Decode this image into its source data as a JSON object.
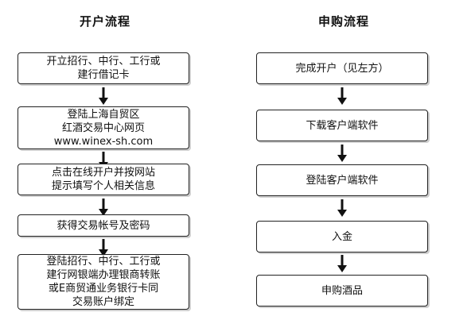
{
  "left_flow": {
    "title": "开户流程",
    "steps": [
      "开立招行、中行、工行或\n建行借记卡",
      "登陆上海自贸区\n红酒交易中心网页\nwww.winex-sh.com",
      "点击在线开户并按网站\n提示填写个人相关信息",
      "获得交易帐号及密码",
      "登陆招行、中行、工行或\n建行网银端办理银商转账\n或E商贸通业务银行卡同\n交易账户绑定"
    ]
  },
  "right_flow": {
    "title": "申购流程",
    "steps": [
      "完成开户（见左方）",
      "下载客户端软件",
      "登陆客户端软件",
      "入金",
      "申购酒品"
    ]
  },
  "colors": {
    "border": "#222222",
    "arrow": "#111111",
    "background": "#ffffff"
  }
}
